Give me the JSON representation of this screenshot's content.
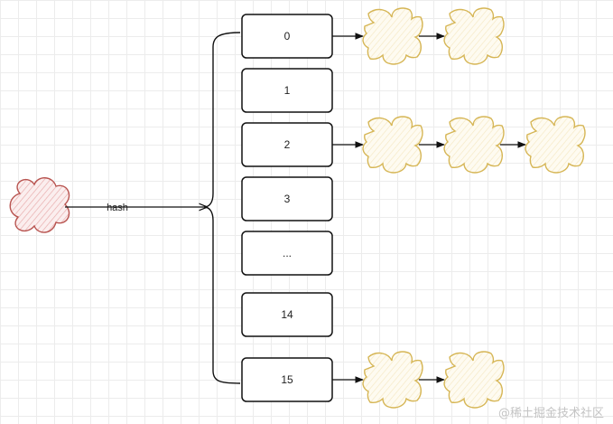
{
  "diagram": {
    "input": {
      "fill": "#f6dede",
      "stroke": "#b85450"
    },
    "edge_label": "hash",
    "node_style": {
      "fill": "#fdf7e6",
      "stroke": "#d6b656"
    },
    "slots": [
      {
        "label": "0",
        "chain_length": 2
      },
      {
        "label": "1",
        "chain_length": 0
      },
      {
        "label": "2",
        "chain_length": 3
      },
      {
        "label": "3",
        "chain_length": 0
      },
      {
        "label": "...",
        "chain_length": 0
      },
      {
        "label": "14",
        "chain_length": 0
      },
      {
        "label": "15",
        "chain_length": 2
      }
    ]
  },
  "watermark": "@稀土掘金技术社区"
}
